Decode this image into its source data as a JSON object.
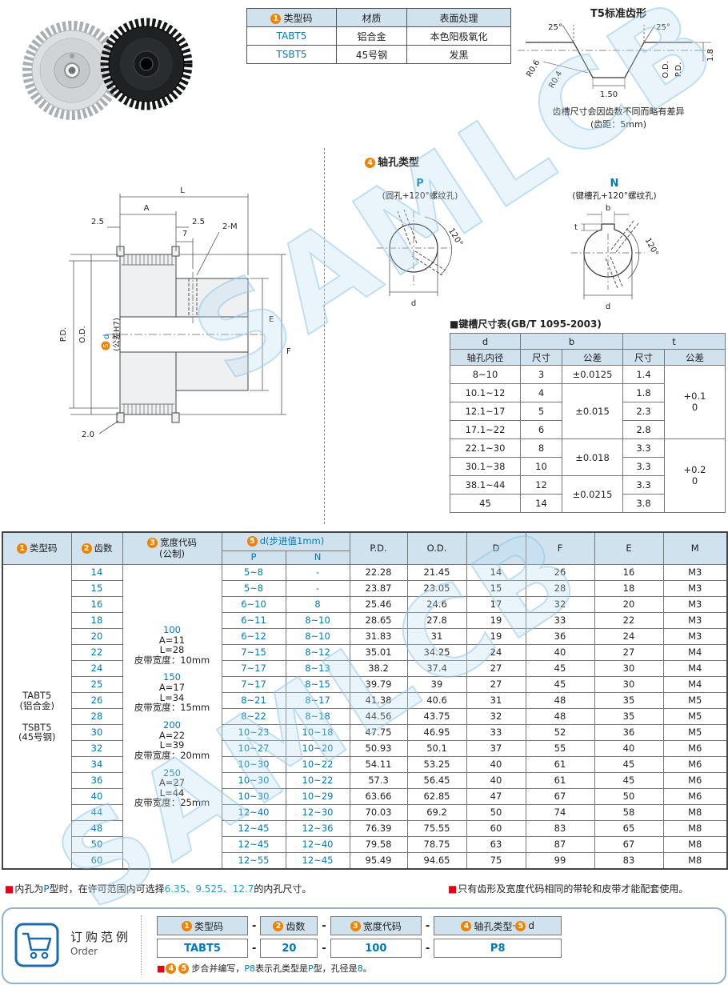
{
  "watermark": "SAMLCB",
  "badges": {
    "b1": "1",
    "b2": "2",
    "b3": "3",
    "b4": "4",
    "b5": "5"
  },
  "type_table": {
    "h_type": "类型码",
    "h_material": "材质",
    "h_surface": "表面处理",
    "rows": [
      [
        "TABT5",
        "铝合金",
        "本色阳极氧化"
      ],
      [
        "TSBT5",
        "45号钢",
        "发黑"
      ]
    ]
  },
  "profile": {
    "title": "T5标准齿形",
    "angle_left": "25°",
    "angle_right": "25°",
    "r1": "R0.6",
    "r2": "R0.4",
    "bottom_width": "1.50",
    "od": "O.D.",
    "pd": "P.D.",
    "depth": "1.8",
    "note1": "齿槽尺寸会因齿数不同而略有差异",
    "note2": "(齿距：5mm)"
  },
  "drawing": {
    "L": "L",
    "A": "A",
    "left_flange": "2.5",
    "right_flange": "2.5",
    "seven": "7",
    "two_m": "2-M",
    "pd": "P.D.",
    "od": "O.D.",
    "e": "E",
    "f": "F",
    "d": "d",
    "d_tol": "(公差H7)",
    "two_zero": "2.0"
  },
  "shaft": {
    "title": "轴孔类型",
    "p_label": "P",
    "p_sub": "(圆孔+120°螺纹孔)",
    "n_label": "N",
    "n_sub": "(键槽孔+120°螺纹孔)",
    "angle": "120°",
    "b": "b",
    "t": "t",
    "d": "d"
  },
  "keyway": {
    "title": "■键槽尺寸表(GB/T 1095-2003)",
    "h_d": "d",
    "h_bore": "轴孔内径",
    "h_b": "b",
    "h_t": "t",
    "h_size": "尺寸",
    "h_tol": "公差",
    "rows": [
      [
        "8~10",
        "3",
        "1.4"
      ],
      [
        "10.1~12",
        "4",
        "1.8"
      ],
      [
        "12.1~17",
        "5",
        "2.3"
      ],
      [
        "17.1~22",
        "6",
        "2.8"
      ],
      [
        "22.1~30",
        "8",
        "3.3"
      ],
      [
        "30.1~38",
        "10",
        "3.3"
      ],
      [
        "38.1~44",
        "12",
        "3.3"
      ],
      [
        "45",
        "14",
        "3.8"
      ]
    ],
    "b_tols": [
      {
        "text": "±0.0125",
        "span": 1
      },
      {
        "text": "±0.015",
        "span": 3
      },
      {
        "text": "±0.018",
        "span": 2
      },
      {
        "text": "±0.0215",
        "span": 2
      }
    ],
    "t_tols": [
      {
        "text": "+0.1\n0",
        "span": 4
      },
      {
        "text": "+0.2\n0",
        "span": 4
      }
    ]
  },
  "main": {
    "h_type": "类型码",
    "h_teeth": "齿数",
    "h_width": "宽度代码",
    "h_width2": "(公制)",
    "h_d": "d(步进值1mm)",
    "h_p": "P",
    "h_n": "N",
    "h_pd": "P.D.",
    "h_od": "O.D.",
    "h_dd": "D",
    "h_f": "F",
    "h_e": "E",
    "h_m": "M",
    "type_lines": [
      "TABT5",
      "(铝合金)",
      "TSBT5",
      "(45号钢)"
    ],
    "width_blocks": [
      {
        "code": "100",
        "a": "A=11",
        "l": "L=28",
        "belt": "皮带宽度：10mm"
      },
      {
        "code": "150",
        "a": "A=17",
        "l": "L=34",
        "belt": "皮带宽度：15mm"
      },
      {
        "code": "200",
        "a": "A=22",
        "l": "L=39",
        "belt": "皮带宽度：20mm"
      },
      {
        "code": "250",
        "a": "A=27",
        "l": "L=44",
        "belt": "皮带宽度：25mm"
      }
    ],
    "rows": [
      [
        "14",
        "5~8",
        "-",
        "22.28",
        "21.45",
        "14",
        "26",
        "16",
        "M3"
      ],
      [
        "15",
        "5~8",
        "-",
        "23.87",
        "23.05",
        "15",
        "28",
        "18",
        "M3"
      ],
      [
        "16",
        "6~10",
        "8",
        "25.46",
        "24.6",
        "17",
        "32",
        "20",
        "M3"
      ],
      [
        "18",
        "6~11",
        "8~10",
        "28.65",
        "27.8",
        "19",
        "33",
        "22",
        "M3"
      ],
      [
        "20",
        "6~12",
        "8~10",
        "31.83",
        "31",
        "19",
        "36",
        "24",
        "M3"
      ],
      [
        "22",
        "7~15",
        "8~12",
        "35.01",
        "34.25",
        "24",
        "40",
        "27",
        "M4"
      ],
      [
        "24",
        "7~17",
        "8~13",
        "38.2",
        "37.4",
        "27",
        "45",
        "30",
        "M4"
      ],
      [
        "25",
        "7~17",
        "8~15",
        "39.79",
        "39",
        "27",
        "45",
        "30",
        "M4"
      ],
      [
        "26",
        "8~21",
        "8~17",
        "41.38",
        "40.6",
        "31",
        "48",
        "35",
        "M5"
      ],
      [
        "28",
        "8~22",
        "8~18",
        "44.56",
        "43.75",
        "32",
        "48",
        "35",
        "M5"
      ],
      [
        "30",
        "10~23",
        "10~18",
        "47.75",
        "46.95",
        "33",
        "52",
        "36",
        "M5"
      ],
      [
        "32",
        "10~27",
        "10~20",
        "50.93",
        "50.1",
        "37",
        "55",
        "40",
        "M6"
      ],
      [
        "34",
        "10~30",
        "10~22",
        "54.11",
        "53.25",
        "40",
        "61",
        "45",
        "M6"
      ],
      [
        "36",
        "10~30",
        "10~22",
        "57.3",
        "56.45",
        "40",
        "61",
        "45",
        "M6"
      ],
      [
        "40",
        "10~30",
        "10~29",
        "63.66",
        "62.85",
        "47",
        "67",
        "50",
        "M6"
      ],
      [
        "44",
        "12~40",
        "12~30",
        "70.03",
        "69.2",
        "50",
        "74",
        "58",
        "M8"
      ],
      [
        "48",
        "12~45",
        "12~36",
        "76.39",
        "75.55",
        "60",
        "83",
        "65",
        "M8"
      ],
      [
        "50",
        "12~45",
        "12~40",
        "79.58",
        "78.75",
        "63",
        "87",
        "67",
        "M8"
      ],
      [
        "60",
        "12~55",
        "12~45",
        "95.49",
        "94.65",
        "75",
        "99",
        "83",
        "M8"
      ]
    ]
  },
  "notes": {
    "marker": "■",
    "n1_pre": "内孔为",
    "n1_p": "P",
    "n1_mid": "型时，在许可范围内可选择",
    "n1_vals": "6.35、9.525、12.7",
    "n1_post": "的内孔尺寸。",
    "n2": "只有齿形及宽度代码相同的带轮和皮带才能配套使用。"
  },
  "order": {
    "title": "订购范例",
    "subtitle": "Order",
    "h1": "类型码",
    "h2": "齿数",
    "h3": "宽度代码",
    "h4a": "轴孔类型",
    "dot": "·",
    "h4b": "d",
    "dash": "-",
    "v1": "TABT5",
    "v2": "20",
    "v3": "100",
    "v4": "P8",
    "note1": "步合并编写，",
    "note_p8": "P8",
    "note2": "表示孔类型是",
    "note_p": "P",
    "note3": "型，孔径是",
    "note_8": "8",
    "note4": "。"
  }
}
